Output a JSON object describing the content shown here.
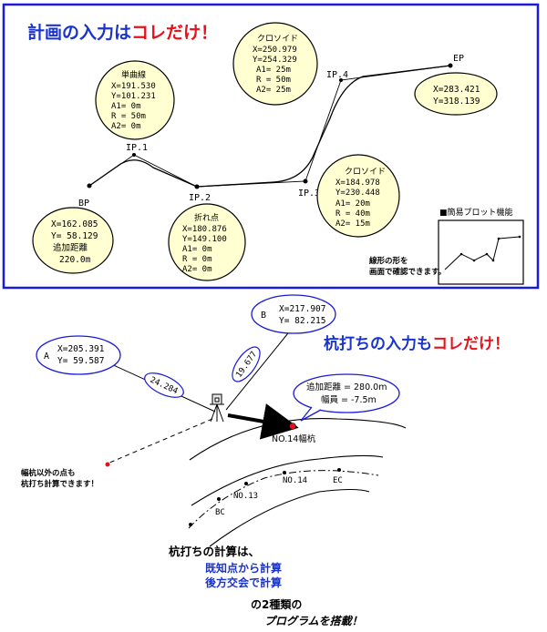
{
  "top_panel": {
    "title_part1": "計画の入力は",
    "title_part2": "コレだけ！",
    "points": {
      "bp": "BP",
      "ip1": "IP.1",
      "ip2": "IP.2",
      "ip3": "IP.3",
      "ip4": "IP.4",
      "ep": "EP"
    },
    "bp_box": {
      "x": "X=162.085",
      "y": "Y= 58.129",
      "dist_label": "追加距離",
      "dist_value": "220.0m"
    },
    "ip1_box": {
      "title": "単曲線",
      "x": "X=191.530",
      "y": "Y=101.231",
      "a1": "A1=  0m",
      "r": "R = 50m",
      "a2": "A2=  0m"
    },
    "ip2_box": {
      "title": "折れ点",
      "x": "X=180.876",
      "y": "Y=149.100",
      "a1": "A1= 0m",
      "r": "R = 0m",
      "a2": "A2= 0m"
    },
    "ip3_box": {
      "title": "クロソイド",
      "x": "X=184.978",
      "y": "Y=230.448",
      "a1": "A1= 20m",
      "r": "R = 40m",
      "a2": "A2= 15m"
    },
    "ip4_box": {
      "title": "クロソイド",
      "x": "X=250.979",
      "y": "Y=254.329",
      "a1": "A1= 25m",
      "r": "R = 50m",
      "a2": "A2= 25m"
    },
    "ep_box": {
      "x": "X=283.421",
      "y": "Y=318.139"
    },
    "plot_legend": "■簡易プロット機能",
    "plot_caption_1": "線形の形を",
    "plot_caption_2": "画面で確認できます。"
  },
  "bottom_panel": {
    "title_part1": "杭打ちの入力も",
    "title_part2": "コレだけ！",
    "point_a": {
      "label": "A",
      "x": "X=205.391",
      "y": "Y= 59.587"
    },
    "point_b": {
      "label": "B",
      "x": "X=217.907",
      "y": "Y= 82.215"
    },
    "dist_a": "24.284",
    "dist_b": "19.677",
    "stake_box": {
      "dist": "追加距離 = 280.0m",
      "width": "幅員 = -7.5m"
    },
    "stake_label": "NO.14幅杭",
    "other_note_1": "幅杭以外の点も",
    "other_note_2": "杭打ち計算できます！",
    "stations": {
      "bc": "BC",
      "no13": "NO.13",
      "no14": "NO.14",
      "ec": "EC"
    },
    "calc_title": "杭打ちの計算は、",
    "method_1": "既知点から計算",
    "method_2": "後方交会で計算",
    "footer_1": "の2種類の",
    "footer_2": "プログラムを搭載！"
  },
  "colors": {
    "frame_blue": "#1a1ad8",
    "title_blue": "#1a33cc",
    "title_red": "#e8101a",
    "bubble_fill": "#ffffd2",
    "point_red": "#e8101a"
  }
}
